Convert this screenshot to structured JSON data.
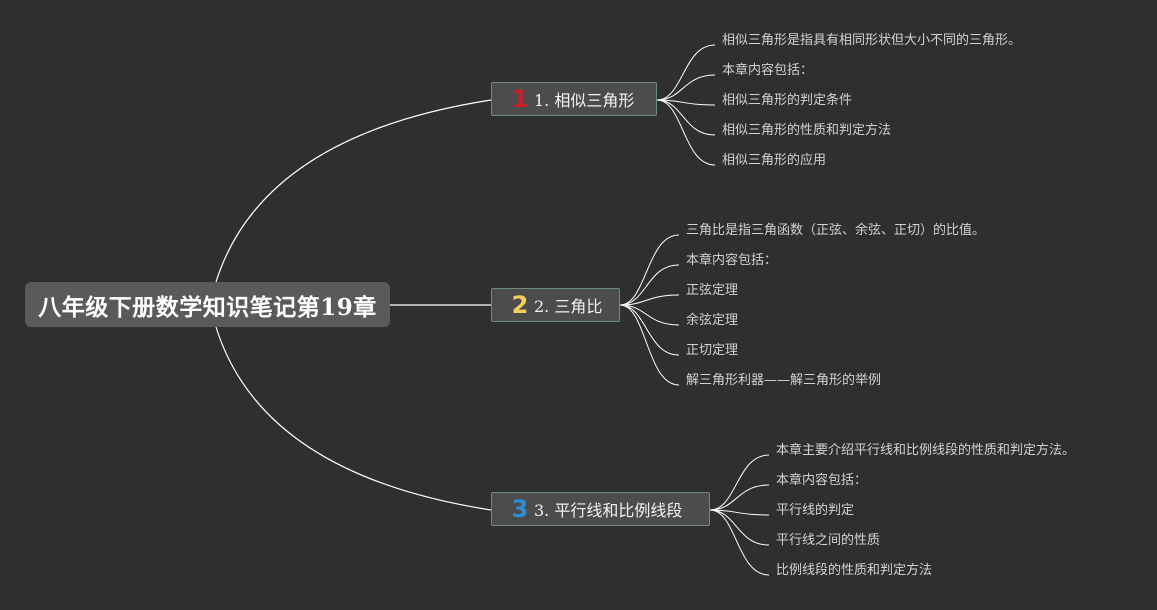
{
  "root": {
    "label": "八年级下册数学知识笔记第19章"
  },
  "branches": [
    {
      "label": "1. 相似三角形",
      "badge": "1",
      "badge_color": "#c8202d",
      "children": [
        "相似三角形是指具有相同形状但大小不同的三角形。",
        "本章内容包括：",
        "相似三角形的判定条件",
        "相似三角形的性质和判定方法",
        "相似三角形的应用"
      ]
    },
    {
      "label": "2. 三角比",
      "badge": "2",
      "badge_color": "#f2d05a",
      "children": [
        "三角比是指三角函数（正弦、余弦、正切）的比值。",
        "本章内容包括：",
        "正弦定理",
        "余弦定理",
        "正切定理",
        "解三角形利器——解三角形的举例"
      ]
    },
    {
      "label": "3. 平行线和比例线段",
      "badge": "3",
      "badge_color": "#2c8fd6",
      "children": [
        "本章主要介绍平行线和比例线段的性质和判定方法。",
        "本章内容包括：",
        "平行线的判定",
        "平行线之间的性质",
        "比例线段的性质和判定方法"
      ]
    }
  ],
  "colors": {
    "background": "#2f2f2f",
    "root_fill": "#5a5a5a",
    "branch_fill": "#4c4c4c",
    "branch_border": "#6e8a80",
    "connector": "#ffffff",
    "leaf_text": "#d2d2d2"
  }
}
